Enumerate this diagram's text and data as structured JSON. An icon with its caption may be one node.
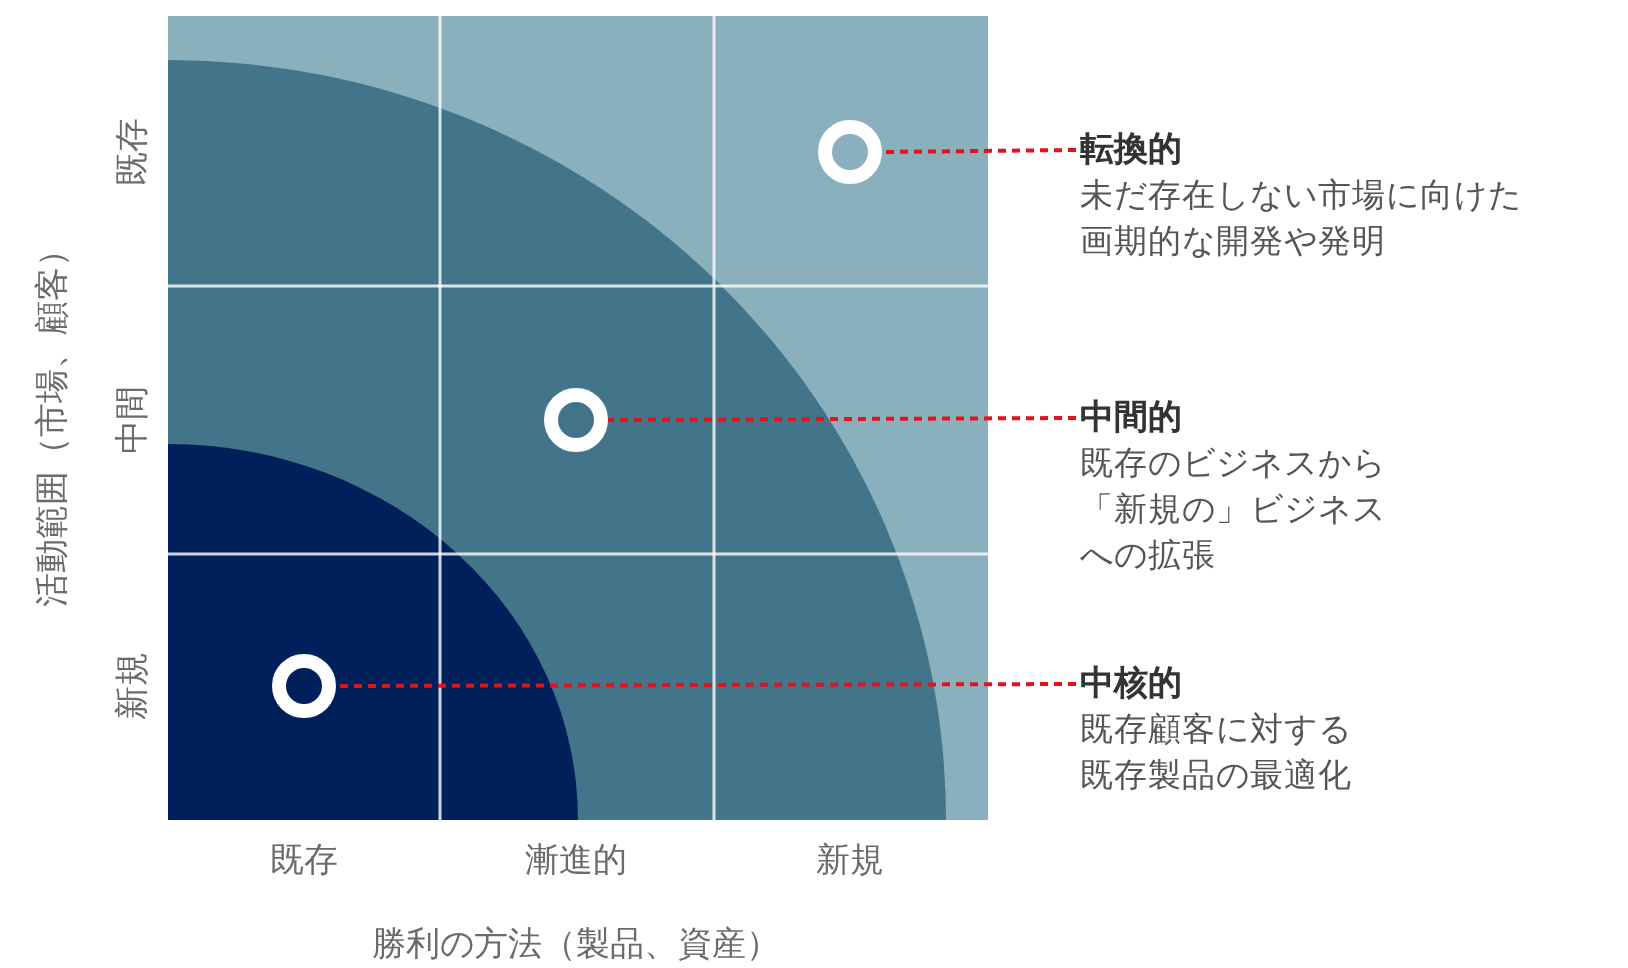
{
  "diagram": {
    "nodes": [
      {
        "text": [],
        "shape": "circle"
      },
      {
        "text": [
          "転換的",
          "未だ存在しない市場に向けた画期的な開発や発明"
        ]
      },
      {
        "text": [],
        "shape": "circle"
      },
      {
        "text": [
          "中間的",
          "既存のビジネスから「新規の」ビジネスへの拡張"
        ]
      },
      {
        "text": [],
        "shape": "circle"
      },
      {
        "text": [
          "中核的",
          "既存顧客に対する既存製品の最適化"
        ]
      }
    ],
    "edges": [
      {
        "from": 1,
        "to": 0,
        "arrow": "none",
        "style": "dashed",
        "color": "#e3121b"
      },
      {
        "from": 3,
        "to": 2,
        "arrow": "none",
        "style": "dashed",
        "color": "#e3121b"
      },
      {
        "from": 5,
        "to": 4,
        "arrow": "none",
        "style": "dashed",
        "color": "#e3121b"
      }
    ],
    "labels": [
      "既存",
      "中間",
      "新規",
      "活動範囲（市場、顧客）",
      "既存",
      "漸進的",
      "新規",
      "勝利の方法（製品、資産）"
    ]
  }
}
